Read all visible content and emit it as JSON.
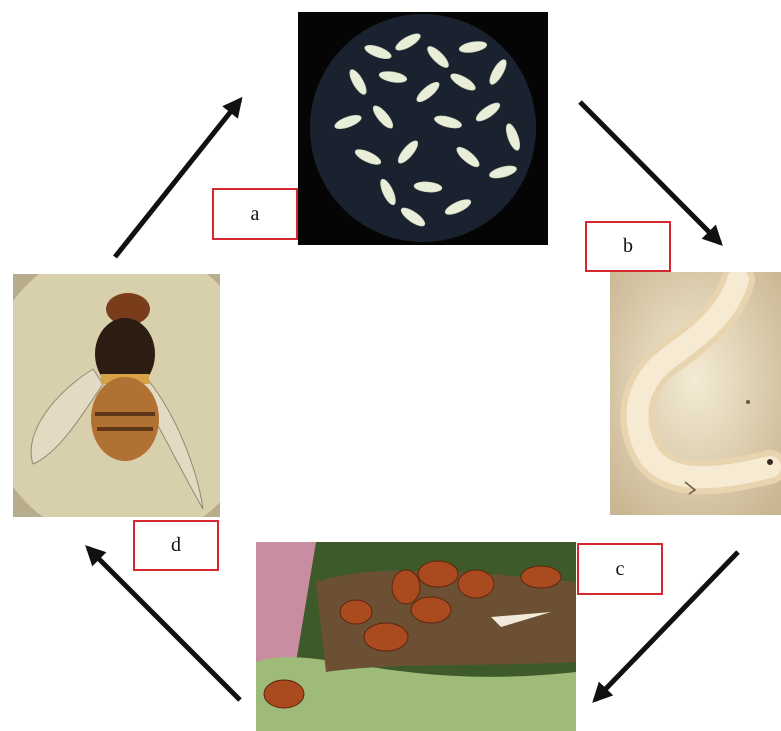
{
  "stages": [
    {
      "id": "a",
      "label": "a",
      "icon": "egg-cluster-icon"
    },
    {
      "id": "b",
      "label": "b",
      "icon": "larva-icon"
    },
    {
      "id": "c",
      "label": "c",
      "icon": "pupae-icon"
    },
    {
      "id": "d",
      "label": "d",
      "icon": "adult-fly-icon"
    }
  ],
  "colors": {
    "label_border": "#d8282f",
    "arrow": "#111111"
  }
}
